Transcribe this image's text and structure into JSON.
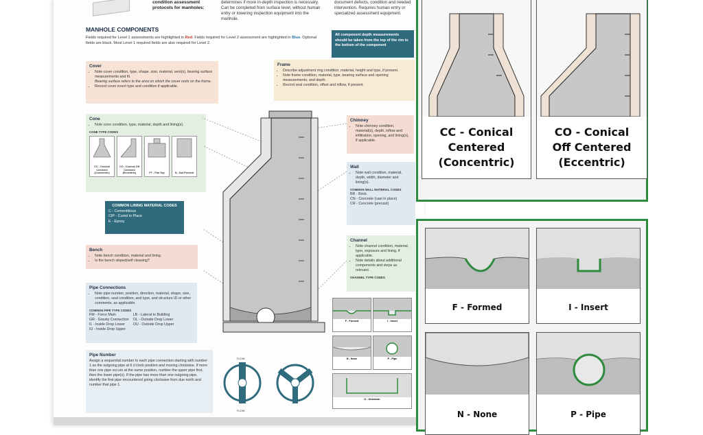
{
  "header_fragments": {
    "left_bold": "condition assessment protocols for manholes:",
    "mid_note": "determines if more in-depth inspection is necessary. Can be completed from surface level, without human entry or lowering inspection equipment into the manhole.",
    "right_note": "document defects, condition and needed intervention. Requires human entry or specialized assessment equipment."
  },
  "section_title": "MANHOLE COMPONENTS",
  "intro": {
    "part1": "Fields required for Level 1 assessments are highlighted in ",
    "red": "Red",
    "part2": ". Fields required for Level 2 assessment are highlighted in ",
    "blue": "Blue",
    "part3": ". Optional fields are black. Most Level 1 required fields are also required for Level 2."
  },
  "depth_note": "All component depth measurements should be taken from the top of the rim to the bottom of the component",
  "cover": {
    "title": "Cover",
    "b1": "Note cover condition, type, shape, size, material, vent(s), bearing surface measurements and fit.",
    "italic": "Bearing surface refers to the area on which the cover rests on the frame.",
    "b2": "Record cover insert type and condition if applicable."
  },
  "frame": {
    "title": "Frame",
    "b1": "Describe adjustment ring condition, material, height and type, if present.",
    "b2": "Note frame condition, material, type, bearing surface and opening measurements, and depth.",
    "b3": "Record seal condition, offset and inflow, if present."
  },
  "cone": {
    "title": "Cone",
    "b1": "Note cone condition, type, material, depth and lining(s).",
    "codes_title": "CONE TYPE CODES",
    "thumbs": [
      "CC - Conical Centered (Concentric)",
      "CO - Conical Off Centered (Eccentric)",
      "FT - Flat Top",
      "N - Not Present"
    ]
  },
  "chimney": {
    "title": "Chimney",
    "b1": "Note chimney condition, material(s), depth, inflow and infiltration, opening, and lining(s), if applicable."
  },
  "wall": {
    "title": "Wall",
    "b1": "Note wall condition, material, depth, width, diameter and lining(s).",
    "codes_title": "COMMON WALL MATERIAL CODES",
    "codes": [
      "BR - Brick",
      "CN - Concrete (cast in place)",
      "CR - Concrete (precast)"
    ]
  },
  "lining": {
    "title": "COMMON LINING MATERIAL CODES",
    "codes": [
      "C - Cementitious",
      "CIP - Cured in Place",
      "E - Epoxy"
    ]
  },
  "bench": {
    "title": "Bench",
    "b1": "Note bench condition, material and lining.",
    "b2": "Is the bench sloped/self cleaning?"
  },
  "channel": {
    "title": "Channel",
    "b1": "Note channel condition, material, type, exposure and lining, if applicable.",
    "b2": "Note details about additional components and steps as relevant.",
    "codes_title": "CHANNEL TYPE CODES",
    "thumbs": [
      "F - Formed",
      "I - Insert",
      "N - None",
      "P - Pipe",
      "U - Unknown"
    ]
  },
  "pipe_connections": {
    "title": "Pipe Connections",
    "b1": "Note pipe number, position, direction, material, shape, size, condition, seal condition, and type, and structure ID or other comments, as applicable.",
    "codes_title": "COMMON PIPE TYPE CODES",
    "codes_left": [
      "FM - Force Main",
      "GR - Gravity Connection",
      "IL - Inside Drop Lower",
      "IU - Inside Drop Upper"
    ],
    "codes_right": [
      "LB - Lateral to Building",
      "OL - Outside Drop Lower",
      "OU - Outside Drop Upper"
    ]
  },
  "pipe_number": {
    "title": "Pipe Number",
    "text": "Assign a sequential number to each pipe connection starting with number 1 as the outgoing pipe at 6 o'clock position and moving clockwise. If more than one pipe occurs at the same position, number the upper pipe first, then the lower pipe(s). If the pipe has more than one outgoing pipe, identify the first pipe encountered going clockwise from due north and number that pipe 1.",
    "flow_label": "FLOW"
  },
  "zoom_cone": {
    "cards": [
      {
        "line1": "CC - Conical",
        "line2": "Centered",
        "line3": "(Concentric)"
      },
      {
        "line1": "CO - Conical",
        "line2": "Off Centered",
        "line3": "(Eccentric)"
      }
    ]
  },
  "zoom_channel": {
    "cards": [
      "F - Formed",
      "I - Insert",
      "N - None",
      "P - Pipe"
    ]
  },
  "colors": {
    "accent_green": "#2e8b3e",
    "teal": "#2f6b7d",
    "red": "#c0392b",
    "blue": "#2471a3"
  }
}
